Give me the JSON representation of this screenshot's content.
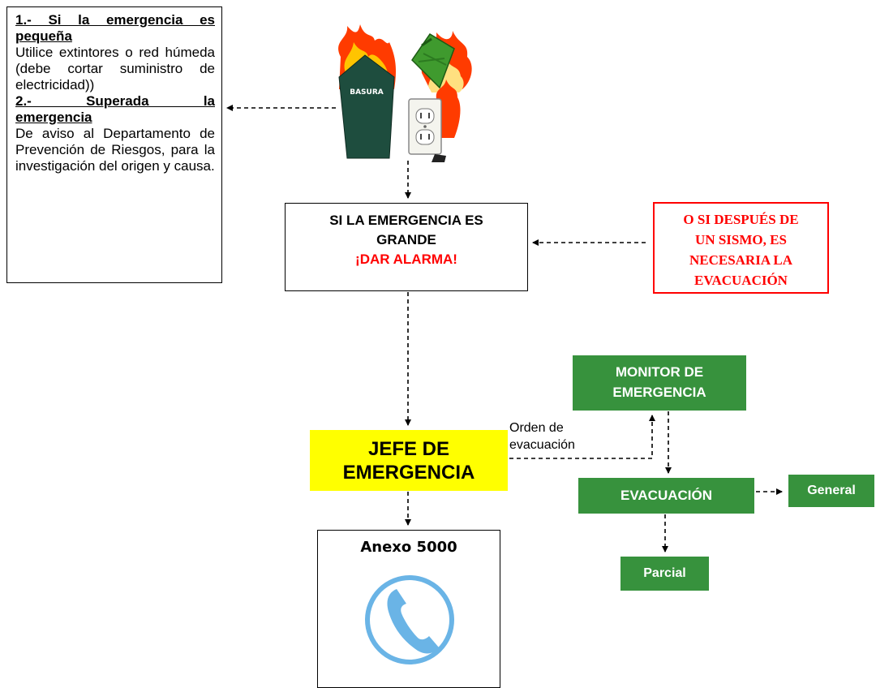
{
  "left_panel": {
    "step1_line1": "1.- Si la emergencia es",
    "step1_line2": "pequeña",
    "step1_text": "Utilice extintores o red húmeda (debe cortar suministro de electricidad))",
    "step2_line1": "2.- Superada la",
    "step2_line2": "emergencia",
    "step2_text": "De aviso al Departamento de Prevención de Riesgos, para la investigación del origen y causa."
  },
  "hazard": {
    "bin_label": "BASURA"
  },
  "big_emergency": {
    "line1": "SI LA EMERGENCIA ES",
    "line2": "GRANDE",
    "alarm": "¡DAR ALARMA!"
  },
  "earthquake": {
    "line1": "O SI DESPUÉS DE",
    "line2": "UN SISMO, ES",
    "line3": "NECESARIA LA",
    "line4": "EVACUACIÓN"
  },
  "monitor": {
    "line1": "MONITOR DE",
    "line2": "EMERGENCIA"
  },
  "chief": {
    "line1": "JEFE DE",
    "line2": "EMERGENCIA"
  },
  "order": {
    "line1": "Orden de",
    "line2": "evacuación"
  },
  "evacuation": {
    "label": "EVACUACIÓN",
    "general": "General",
    "partial": "Parcial"
  },
  "phone": {
    "label": "Anexo 5000"
  },
  "colors": {
    "green": "#37923d",
    "yellow": "#ffff00",
    "red": "#ff0000",
    "phone_blue": "#6ab4e6"
  }
}
